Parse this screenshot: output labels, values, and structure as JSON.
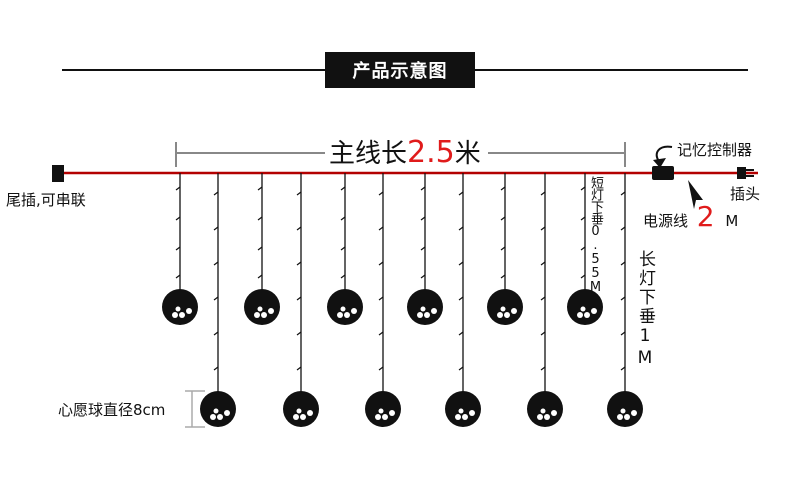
{
  "title": "产品示意图",
  "main_length": {
    "prefix": "主线长",
    "value": "2.5",
    "suffix": "米"
  },
  "tail_label": "尾插,可串联",
  "controller_label": "记忆控制器",
  "plug_label": "插头",
  "power_cord": {
    "prefix": "电源线",
    "value": "2",
    "suffix": "M"
  },
  "short_drop": "短灯下垂0.55M",
  "long_drop": "长灯下垂1M",
  "ball_diameter": "心愿球直径8cm",
  "colors": {
    "wire": "#b30000",
    "accent_red": "#e01b1b",
    "ink": "#111111"
  }
}
